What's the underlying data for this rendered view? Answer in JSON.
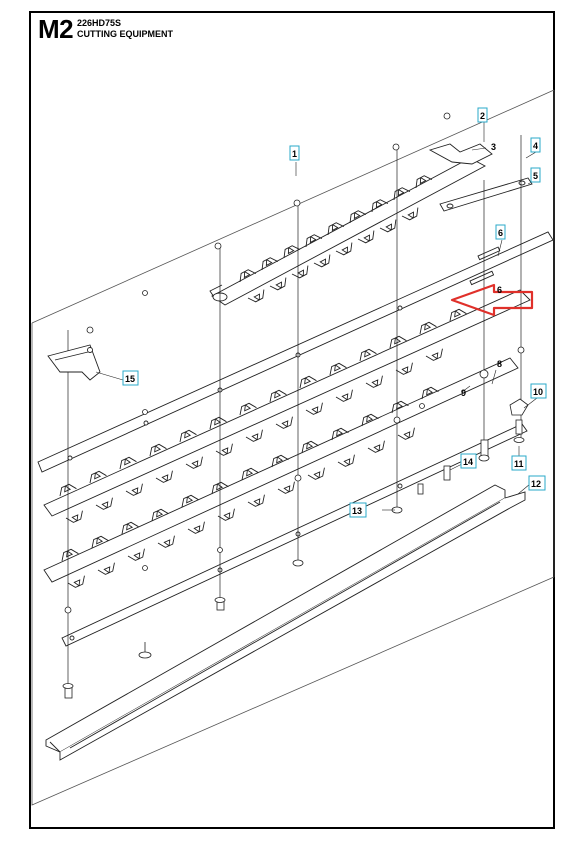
{
  "header": {
    "section_code": "M2",
    "model": "226HD75S",
    "section_title": "CUTTING EQUIPMENT"
  },
  "colors": {
    "callout_box": "#2aa8c8",
    "highlight_arrow": "#e0302a",
    "line": "#222222"
  },
  "callouts": [
    {
      "id": "1",
      "text": "1",
      "boxed": true
    },
    {
      "id": "2",
      "text": "2",
      "boxed": true
    },
    {
      "id": "3",
      "text": "3",
      "boxed": false
    },
    {
      "id": "4",
      "text": "4",
      "boxed": true
    },
    {
      "id": "5",
      "text": "5",
      "boxed": true
    },
    {
      "id": "6a",
      "text": "6",
      "boxed": true
    },
    {
      "id": "6b",
      "text": "6",
      "boxed": false
    },
    {
      "id": "8",
      "text": "8",
      "boxed": false
    },
    {
      "id": "9",
      "text": "9",
      "boxed": false
    },
    {
      "id": "10",
      "text": "10",
      "boxed": true
    },
    {
      "id": "11",
      "text": "11",
      "boxed": true
    },
    {
      "id": "12",
      "text": "12",
      "boxed": true
    },
    {
      "id": "13",
      "text": "13",
      "boxed": true
    },
    {
      "id": "14",
      "text": "14",
      "boxed": true
    },
    {
      "id": "15",
      "text": "15",
      "boxed": true
    }
  ]
}
